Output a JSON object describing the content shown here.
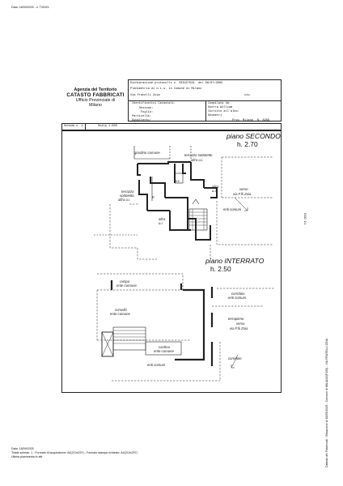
{
  "stamp_top": "Data: 18/09/2025 - n. T30321",
  "agency": {
    "line1": "Agenzia del Territorio",
    "line2": "CATASTO FABBRICATI",
    "line3": "Ufficio Provinciale di",
    "line4": "Milano"
  },
  "header": {
    "dichiarazione_label": "Dichiarazione protocollo",
    "dichiarazione_value": "n. MI0157931",
    "del_label": "del",
    "del_value": "06/07/2005",
    "planimetria": "Planimetria di u.i.u. in Comune di Milano",
    "indirizzo": "Via Fratelli Zoia",
    "civ_label": "civ.",
    "identificativi": "Identificativi Catastali:",
    "sezione": "Sezione:",
    "foglio": "Foglio:",
    "particella": "Particella:",
    "subalterno": "Subalterno:",
    "compilata": "Compilata da:",
    "compilata_name": "Guerra William",
    "iscritto": "Iscritto all'albo:",
    "iscritto_value": "Geometri",
    "prov_label": "Prov. Milano",
    "prov_n": "N. 8269"
  },
  "scheda": {
    "scheda_label": "Scheda n. 1",
    "scala_label": "Scala 1:200"
  },
  "plan_upper": {
    "title": "piano SECONDO",
    "height": "h. 2.70",
    "labels": {
      "giardino": "giardino comune",
      "terrazzo_sott": "terrazzo sottotetto",
      "altra_ui": "altra u.i.",
      "wc": "w.c.",
      "terrazzo_left1": "terrazzo",
      "terrazzo_left2": "sottotetto",
      "terrazzo_left3": "altra u.i.",
      "k": "K",
      "altra_mid1": "altra",
      "altra_mid2": "u.i.",
      "verso": "verso",
      "via": "via F.lli Zoia",
      "enti": "enti comuni",
      "altra_bot1": "altra",
      "altra_bot2": "u.i."
    }
  },
  "plan_lower": {
    "title": "piano INTERRATO",
    "height": "h. 2.50",
    "labels": {
      "rampa": "rampa",
      "rampa_ente": "ente comune",
      "corridoio": "corridoio",
      "corridoio_ente": "enti comuni",
      "corsello": "corsello",
      "corsello_ente": "ente comune",
      "terrapieno": "terrapieno",
      "verso": "verso",
      "via": "via F.lli Zoia",
      "cantina": "cantina",
      "cantina_ente": "ente comune",
      "corridoio2": "corridoio",
      "enti2": "enti comuni"
    }
  },
  "right_mark": "DOC 1/1",
  "right_vertical": "Catasto dei Fabbricati - Situazione al 18/09/2025 - Comune di MILANO(F205) - VIA FRATELLI ZOIA",
  "footer": {
    "line1": "Data: 18/09/2025",
    "line2": "Totale schede: 1 - Formato di acquisizione: A4(210x297) - Formato stampa richiesto: A4(210x297)",
    "line3": "Ultima planimetria in atti"
  }
}
